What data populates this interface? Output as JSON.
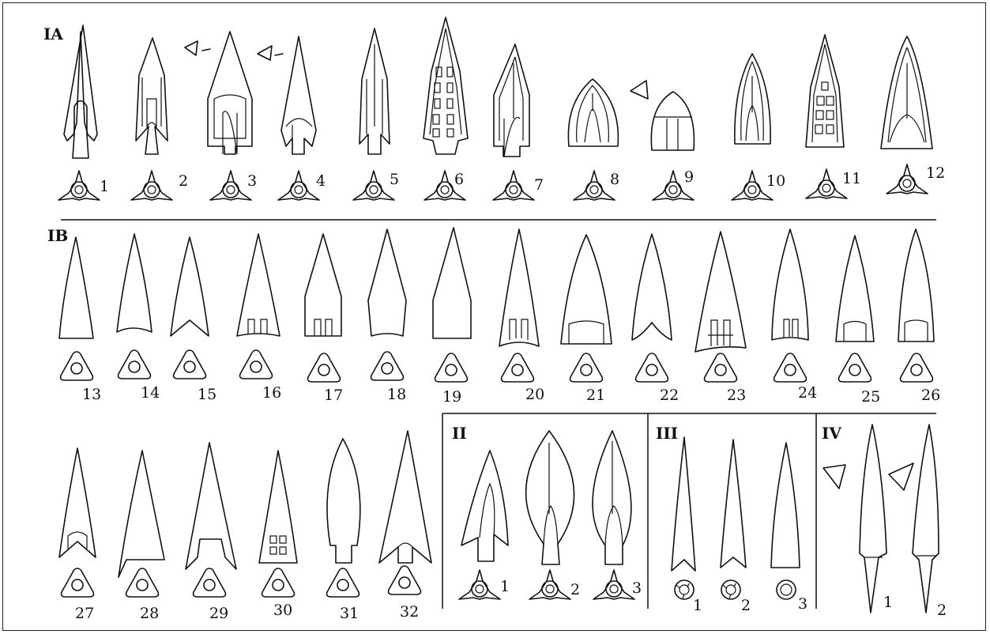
{
  "sections": {
    "IA": {
      "label": "IA",
      "numbers": [
        "1",
        "2",
        "3",
        "4",
        "5",
        "6",
        "7",
        "8",
        "9",
        "10",
        "11",
        "12"
      ]
    },
    "IB": {
      "label": "IB",
      "numbers": [
        "13",
        "14",
        "15",
        "16",
        "17",
        "18",
        "19",
        "20",
        "21",
        "22",
        "23",
        "24",
        "25",
        "26"
      ]
    },
    "IB_row2": {
      "numbers": [
        "27",
        "28",
        "29",
        "30",
        "31",
        "32"
      ]
    },
    "II": {
      "label": "II",
      "numbers": [
        "1",
        "2",
        "3"
      ]
    },
    "III": {
      "label": "III",
      "numbers": [
        "1",
        "2",
        "3"
      ]
    },
    "IV": {
      "label": "IV",
      "numbers": [
        "1",
        "2"
      ]
    }
  }
}
